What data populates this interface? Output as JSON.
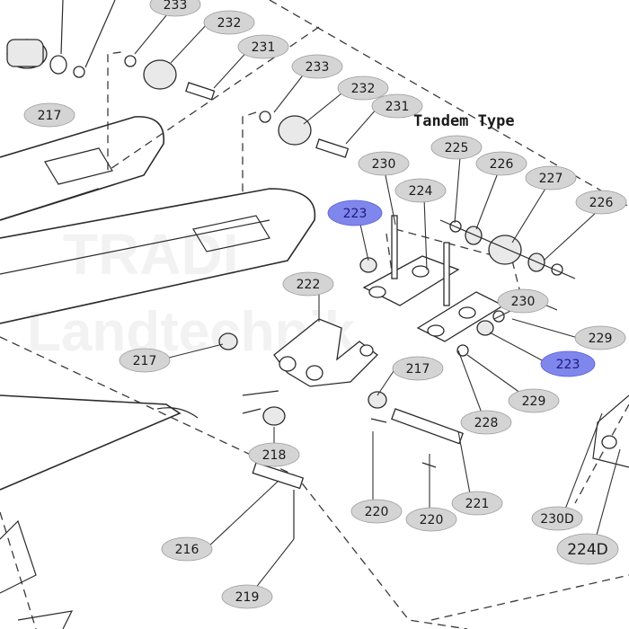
{
  "diagram": {
    "type_label": "Tandem Type",
    "watermark": {
      "line1": "TRADI",
      "line2": "Landtechnik"
    },
    "highlight_color": "#7f86ec",
    "callout_color": "#d4d4d4",
    "callouts": [
      {
        "id": "c233a",
        "label": "233"
      },
      {
        "id": "c232a",
        "label": "232"
      },
      {
        "id": "c231a",
        "label": "231"
      },
      {
        "id": "c217a",
        "label": "217"
      },
      {
        "id": "c233b",
        "label": "233"
      },
      {
        "id": "c232b",
        "label": "232"
      },
      {
        "id": "c231b",
        "label": "231"
      },
      {
        "id": "c225",
        "label": "225"
      },
      {
        "id": "c226a",
        "label": "226"
      },
      {
        "id": "c230a",
        "label": "230"
      },
      {
        "id": "c224",
        "label": "224"
      },
      {
        "id": "c227",
        "label": "227"
      },
      {
        "id": "c226b",
        "label": "226"
      },
      {
        "id": "c223a",
        "label": "223",
        "highlighted": true
      },
      {
        "id": "c222",
        "label": "222"
      },
      {
        "id": "c230b",
        "label": "230"
      },
      {
        "id": "c229a",
        "label": "229"
      },
      {
        "id": "c223b",
        "label": "223",
        "highlighted": true
      },
      {
        "id": "c217b",
        "label": "217"
      },
      {
        "id": "c217c",
        "label": "217"
      },
      {
        "id": "c229b",
        "label": "229"
      },
      {
        "id": "c228",
        "label": "228"
      },
      {
        "id": "c218",
        "label": "218"
      },
      {
        "id": "c220a",
        "label": "220"
      },
      {
        "id": "c221",
        "label": "221"
      },
      {
        "id": "c220b",
        "label": "220"
      },
      {
        "id": "c230D",
        "label": "230D"
      },
      {
        "id": "c224D",
        "label": "224D"
      },
      {
        "id": "c216",
        "label": "216"
      },
      {
        "id": "c219",
        "label": "219"
      }
    ]
  }
}
